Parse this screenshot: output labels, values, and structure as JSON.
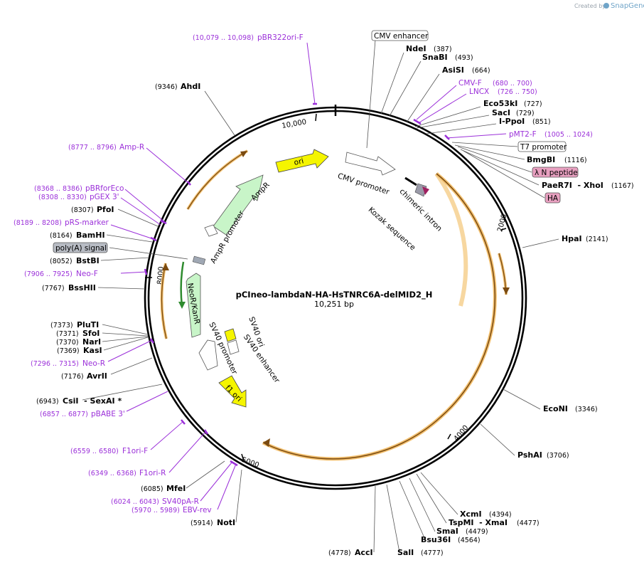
{
  "plasmid": {
    "name": "pCIneo-lambdaN-HA-HsTNRC6A-delMID2_H",
    "length_label": "10,251 bp",
    "length": 10251
  },
  "credit": {
    "prefix": "Created by",
    "brand": "SnapGene"
  },
  "colors": {
    "primer": "#9b30d9",
    "orange": "#f0b040",
    "yellow": "#f5f500",
    "green": "#c8f5c8",
    "darkgreen": "#2e8b2e",
    "pink": "#e8a0c0"
  },
  "ticks": [
    {
      "label": "2000",
      "bp": 2000
    },
    {
      "label": "4000",
      "bp": 4000
    },
    {
      "label": "5000",
      "bp": 5000
    },
    {
      "label": "8000",
      "bp": 8000
    },
    {
      "label": "10,000",
      "bp": 10000
    }
  ],
  "right_sites": [
    {
      "name": "NdeI",
      "pos": "(387)",
      "bp": 387
    },
    {
      "name": "SnaBI",
      "pos": "(493)",
      "bp": 493
    },
    {
      "name": "AsiSI",
      "pos": "(664)",
      "bp": 664
    },
    {
      "name": "Eco53kI",
      "pos": "(727)",
      "bp": 727
    },
    {
      "name": "SacI",
      "pos": "(729)",
      "bp": 729
    },
    {
      "name": "I-PpoI",
      "pos": "(851)",
      "bp": 851
    },
    {
      "name": "BmgBI",
      "pos": "(1116)",
      "bp": 1116
    },
    {
      "name": "PaeR7I  - XhoI",
      "pos": "(1167)",
      "bp": 1167
    },
    {
      "name": "HpaI",
      "pos": "(2141)",
      "bp": 2141
    },
    {
      "name": "EcoNI",
      "pos": "(3346)",
      "bp": 3346
    },
    {
      "name": "PshAI",
      "pos": "(3706)",
      "bp": 3706
    },
    {
      "name": "XcmI",
      "pos": "(4394)",
      "bp": 4394
    },
    {
      "name": "TspMI  - XmaI",
      "pos": "(4477)",
      "bp": 4477
    },
    {
      "name": "SmaI",
      "pos": "(4479)",
      "bp": 4479
    },
    {
      "name": "Bsu36I",
      "pos": "(4564)",
      "bp": 4564
    },
    {
      "name": "SalI",
      "pos": "(4777)",
      "bp": 4777
    }
  ],
  "left_sites": [
    {
      "name": "AhdI",
      "pos": "(9346)",
      "bp": 9346
    },
    {
      "name": "PfoI",
      "pos": "(8307)",
      "bp": 8307
    },
    {
      "name": "BamHI",
      "pos": "(8164)",
      "bp": 8164
    },
    {
      "name": "BstBI",
      "pos": "(8052)",
      "bp": 8052
    },
    {
      "name": "BssHII",
      "pos": "(7767)",
      "bp": 7767
    },
    {
      "name": "PluTI",
      "pos": "(7373)",
      "bp": 7373
    },
    {
      "name": "SfoI",
      "pos": "(7371)",
      "bp": 7371
    },
    {
      "name": "NarI",
      "pos": "(7370)",
      "bp": 7370
    },
    {
      "name": "KasI",
      "pos": "(7369)",
      "bp": 7369
    },
    {
      "name": "AvrII",
      "pos": "(7176)",
      "bp": 7176
    },
    {
      "name": "CsiI  - SexAI *",
      "pos": "(6943)",
      "bp": 6943
    },
    {
      "name": "MfeI",
      "pos": "(6085)",
      "bp": 6085
    },
    {
      "name": "NotI",
      "pos": "(5914)",
      "bp": 5914
    },
    {
      "name": "AccI",
      "pos": "(4778)",
      "bp": 4778
    }
  ],
  "primers": [
    {
      "name": "pBR322ori-F",
      "range": "(10,079 .. 10,098)"
    },
    {
      "name": "CMV-F",
      "range": "(680 .. 700)"
    },
    {
      "name": "LNCX",
      "range": "(726 .. 750)"
    },
    {
      "name": "pMT2-F",
      "range": "(1005 .. 1024)"
    },
    {
      "name": "Amp-R",
      "range": "(8777 .. 8796)"
    },
    {
      "name": "pBRforEco",
      "range": "(8368 .. 8386)"
    },
    {
      "name": "pGEX 3'",
      "range": "(8308 .. 8330)"
    },
    {
      "name": "pRS-marker",
      "range": "(8189 .. 8208)"
    },
    {
      "name": "Neo-F",
      "range": "(7906 .. 7925)"
    },
    {
      "name": "Neo-R",
      "range": "(7296 .. 7315)"
    },
    {
      "name": "pBABE 3'",
      "range": "(6857 .. 6877)"
    },
    {
      "name": "F1ori-F",
      "range": "(6559 .. 6580)"
    },
    {
      "name": "F1ori-R",
      "range": "(6349 .. 6368)"
    },
    {
      "name": "SV40pA-R",
      "range": "(6024 .. 6043)"
    },
    {
      "name": "EBV-rev",
      "range": "(5970 .. 5989)"
    }
  ],
  "boxed_features": {
    "cmv_enhancer": "CMV enhancer",
    "t7_promoter": "T7 promoter",
    "lambda_n": "λ N peptide",
    "ha": "HA",
    "polya": "poly(A) signal"
  },
  "inner_features": {
    "ori": "ori",
    "cmv_promoter": "CMV promoter",
    "chimeric_intron": "chimeric intron",
    "kozak": "Kozak sequence",
    "ampr": "AmpR",
    "ampr_promoter": "AmpR promoter",
    "neokanr": "NeoR/KanR",
    "sv40_promoter": "SV40 promoter",
    "sv40_ori": "SV40 ori",
    "sv40_enhancer": "SV40 enhancer",
    "f1_ori": "f1 ori"
  }
}
